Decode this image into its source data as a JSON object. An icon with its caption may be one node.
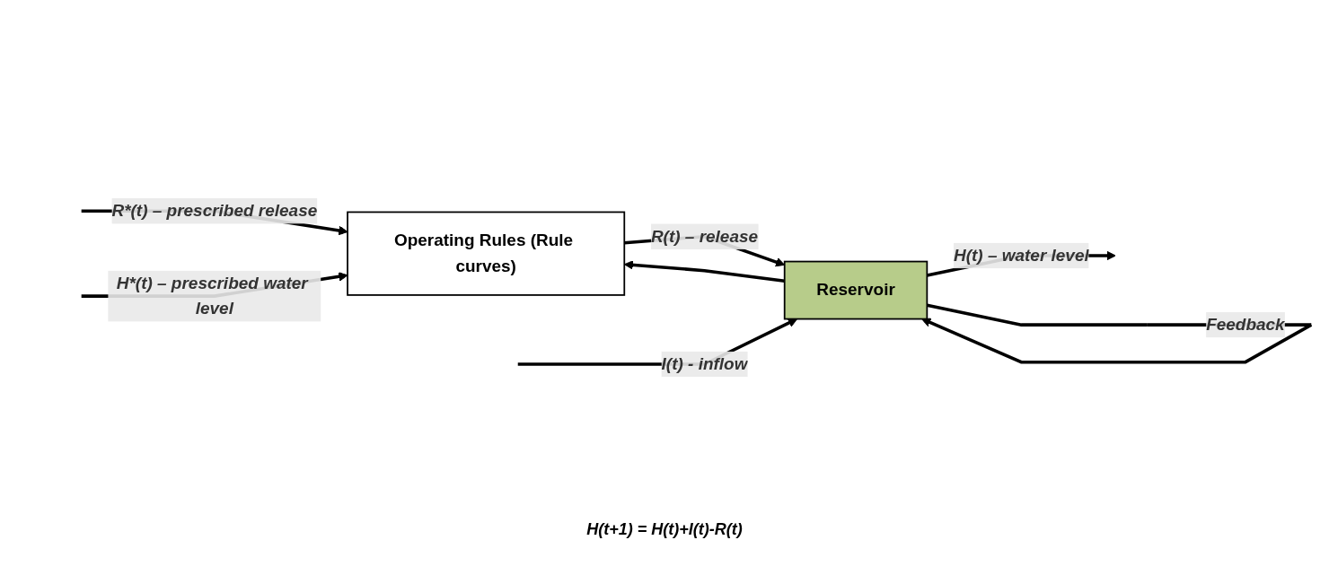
{
  "diagram": {
    "nodes": [
      {
        "text": [
          "Operating Rules (Rule curves)"
        ]
      },
      {
        "text": [
          "Reservoir"
        ]
      }
    ],
    "edges": [
      {
        "from": null,
        "to": 0,
        "arrow": "to",
        "label": "R*(t) – prescribed release"
      },
      {
        "from": null,
        "to": 0,
        "arrow": "to",
        "label": "H*(t) – prescribed water level"
      },
      {
        "from": 0,
        "to": 1,
        "arrow": "to",
        "label": "R(t) – release"
      },
      {
        "from": null,
        "to": 1,
        "arrow": "to",
        "label": "I(t) - inflow"
      },
      {
        "from": 1,
        "to": null,
        "arrow": "to",
        "label": "H(t) – water level"
      },
      {
        "from": 1,
        "to": 0,
        "arrow": "to"
      },
      {
        "from": 1,
        "to": 1,
        "arrow": "to",
        "label": "Feedback"
      }
    ],
    "labels": [
      "H(t+1) = H(t)+I(t)-R(t)"
    ]
  }
}
